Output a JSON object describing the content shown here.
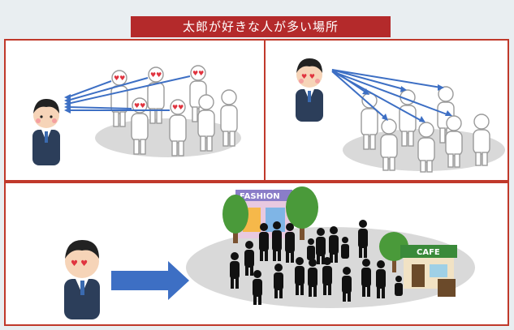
{
  "title": "太郎が好きな人が多い場所",
  "panel3_signs": {
    "fashion_sign": "FASHION",
    "cafe_sign": "CAFE"
  },
  "colors": {
    "banner": "#b42a2b",
    "panel_border": "#c0392b",
    "arrow": "#3d6fc4",
    "ground": "#d9d9d9"
  }
}
